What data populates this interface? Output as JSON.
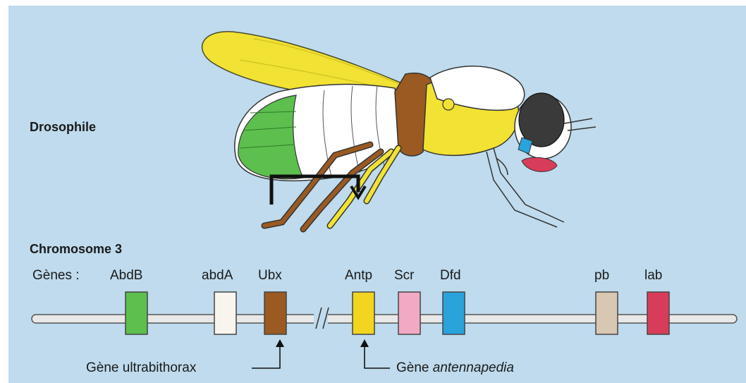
{
  "organism_label": "Drosophile",
  "chromosome_label": "Chromosome 3",
  "genes_label": "Gènes :",
  "genes": [
    {
      "name": "AbdB",
      "color": "#5cbf4e"
    },
    {
      "name": "abdA",
      "color": "#f7f5ee"
    },
    {
      "name": "Ubx",
      "color": "#9a5a22"
    },
    {
      "name": "Antp",
      "color": "#f1d51f"
    },
    {
      "name": "Scr",
      "color": "#f2a9c4"
    },
    {
      "name": "Dfd",
      "color": "#2aa3dc"
    },
    {
      "name": "pb",
      "color": "#d8c7b2"
    },
    {
      "name": "lab",
      "color": "#d93c5a"
    }
  ],
  "ubx_caption": "Gène ultrabithorax",
  "antp_caption_prefix": "Gène ",
  "antp_caption_italic": "antennapedia",
  "colors": {
    "background": "#bfdbed",
    "wing": "#f1e233",
    "abdomen_green": "#5cbf4e",
    "thorax_white": "#ffffff",
    "brown": "#9a5a22",
    "eye": "#333333",
    "arrow": "#111111"
  }
}
